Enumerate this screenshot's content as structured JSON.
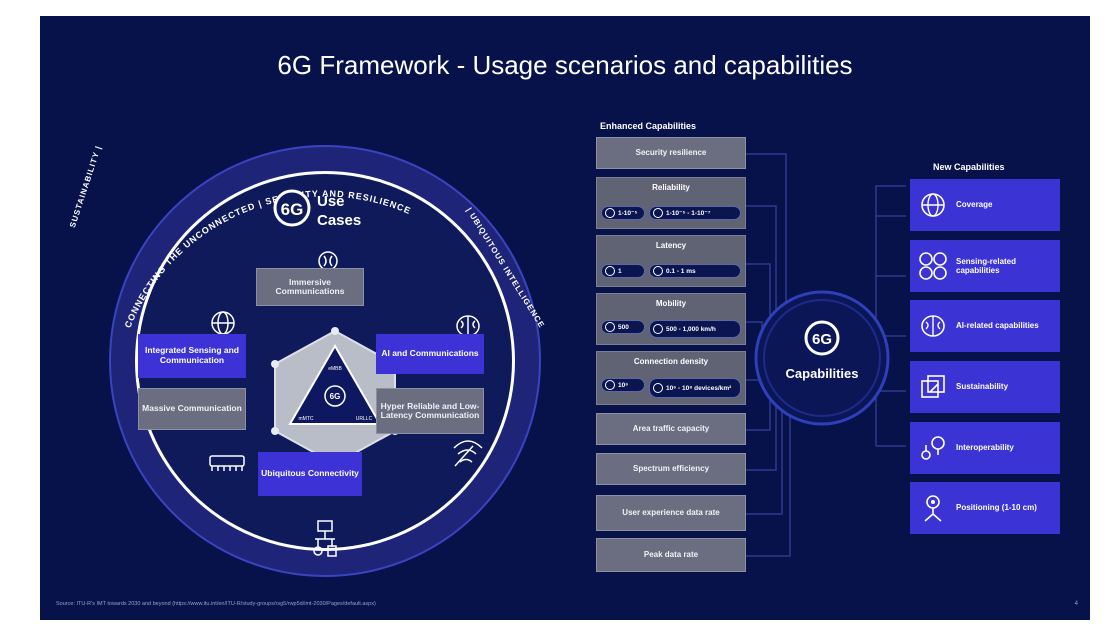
{
  "title": "6G Framework - Usage scenarios and capabilities",
  "arc_labels": {
    "top": "CONNECTING THE UNCONNECTED  |  SECURITY AND RESILIENCE",
    "left": "SUSTAINABILITY  |",
    "right": "|  UBIQUITOUS INTELLIGENCE"
  },
  "use_cases": {
    "badge": "6G",
    "title_line1": "Use",
    "title_line2": "Cases",
    "center_label": "6G",
    "items": {
      "immersive": "Immersive Communications",
      "isac": "Integrated Sensing and Communication",
      "ai": "AI and Communications",
      "massive": "Massive Communication",
      "hrllc": "Hyper Reliable and Low-Latency Communication",
      "ubiquitous": "Ubiquitous Connectivity"
    },
    "triangle_labels": [
      "eMBB",
      "mMTC",
      "URLLC"
    ]
  },
  "enhanced": {
    "heading": "Enhanced Capabilities",
    "security": "Security resilience",
    "reliability": {
      "label": "Reliability",
      "left": "1-10⁻⁵",
      "right": "1-10⁻⁵ - 1-10⁻⁷"
    },
    "latency": {
      "label": "Latency",
      "left": "1",
      "right": "0.1 - 1 ms"
    },
    "mobility": {
      "label": "Mobility",
      "left": "500",
      "right": "500 - 1,000 km/h"
    },
    "density": {
      "label": "Connection density",
      "left": "10⁶",
      "right": "10⁶ - 10⁸ devices/km²"
    },
    "area_traffic": "Area traffic capacity",
    "spectrum": "Spectrum efficiency",
    "user_exp": "User experience data rate",
    "peak": "Peak data rate"
  },
  "center_circle": {
    "badge": "6G",
    "label": "Capabilities"
  },
  "new_caps": {
    "heading": "New Capabilities",
    "items": [
      "Coverage",
      "Sensing-related capabilities",
      "AI-related capabilities",
      "Sustainability",
      "Interoperability",
      "Positioning (1-10 cm)"
    ]
  },
  "footer": "Source: ITU-R's IMT towards 2030 and beyond (https://www.itu.int/en/ITU-R/study-groups/rsg5/rwp5d/imt-2030/Pages/default.aspx)",
  "page_number": "4",
  "colors": {
    "background": "#07124a",
    "accent_blue": "#3c32d6",
    "gray_box": "#6a6e80"
  }
}
